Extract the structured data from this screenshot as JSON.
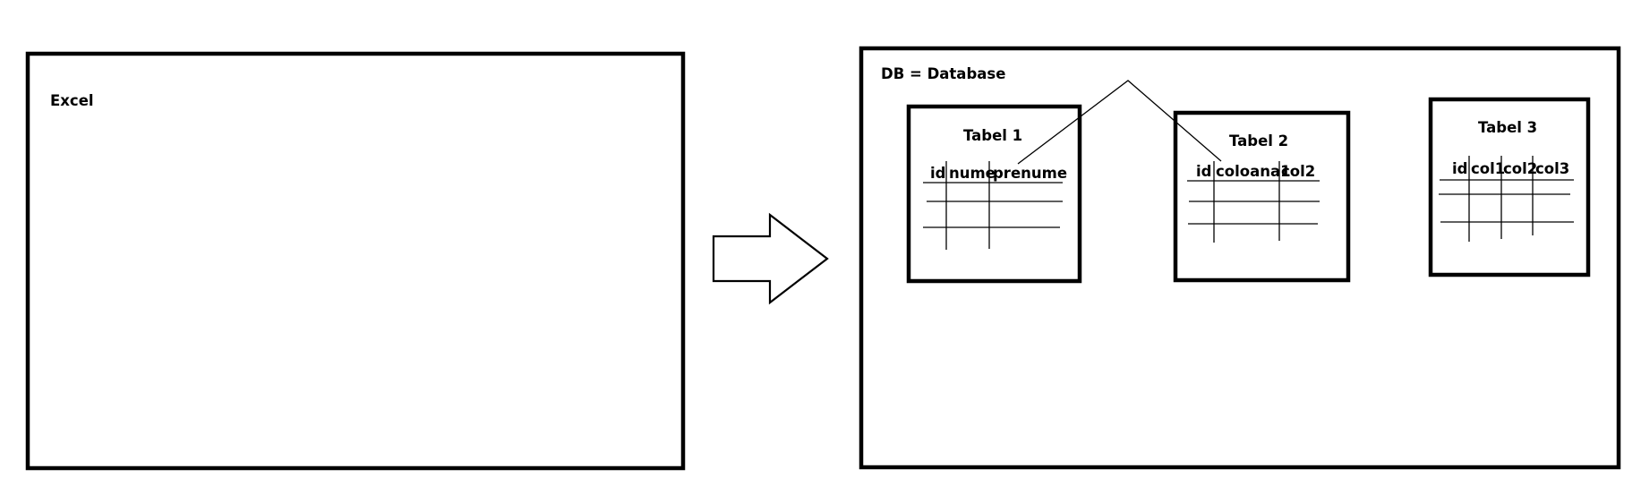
{
  "excel": {
    "label": "Excel"
  },
  "database": {
    "label": "DB = Database",
    "tables": [
      {
        "title": "Tabel 1",
        "columns": [
          "id",
          "nume",
          "prenume"
        ]
      },
      {
        "title": "Tabel 2",
        "columns": [
          "id",
          "coloana1",
          "col2"
        ]
      },
      {
        "title": "Tabel 3",
        "columns": [
          "id",
          "col1",
          "col2",
          "col3"
        ]
      }
    ]
  }
}
